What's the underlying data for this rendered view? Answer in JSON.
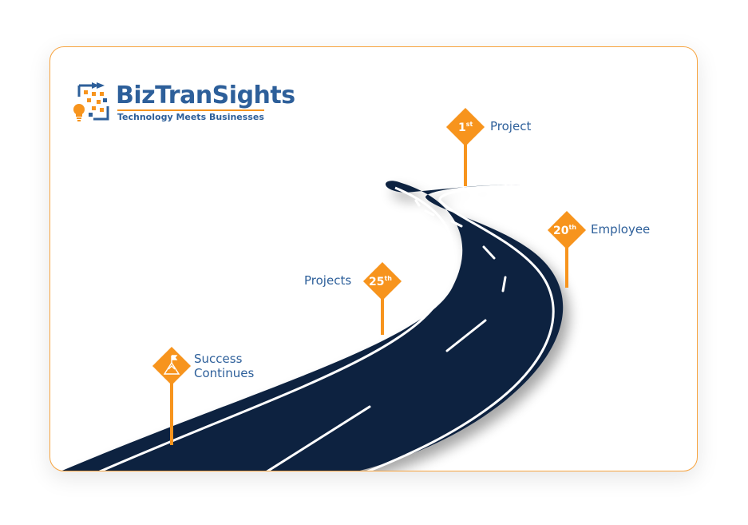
{
  "brand": {
    "name": "BizTranSights",
    "tagline": "Technology Meets Businesses"
  },
  "milestones": [
    {
      "number": "1",
      "suffix": "st",
      "label": "Project"
    },
    {
      "number": "20",
      "suffix": "th",
      "label": "Employee"
    },
    {
      "number": "25",
      "suffix": "th",
      "label": "Projects"
    },
    {
      "icon": "mountain-flag-icon",
      "label_line1": "Success",
      "label_line2": "Continues"
    }
  ],
  "colors": {
    "accent": "#f7941d",
    "brand_blue": "#2d5f9a",
    "road": "#0e2340",
    "border": "#f7a440"
  }
}
